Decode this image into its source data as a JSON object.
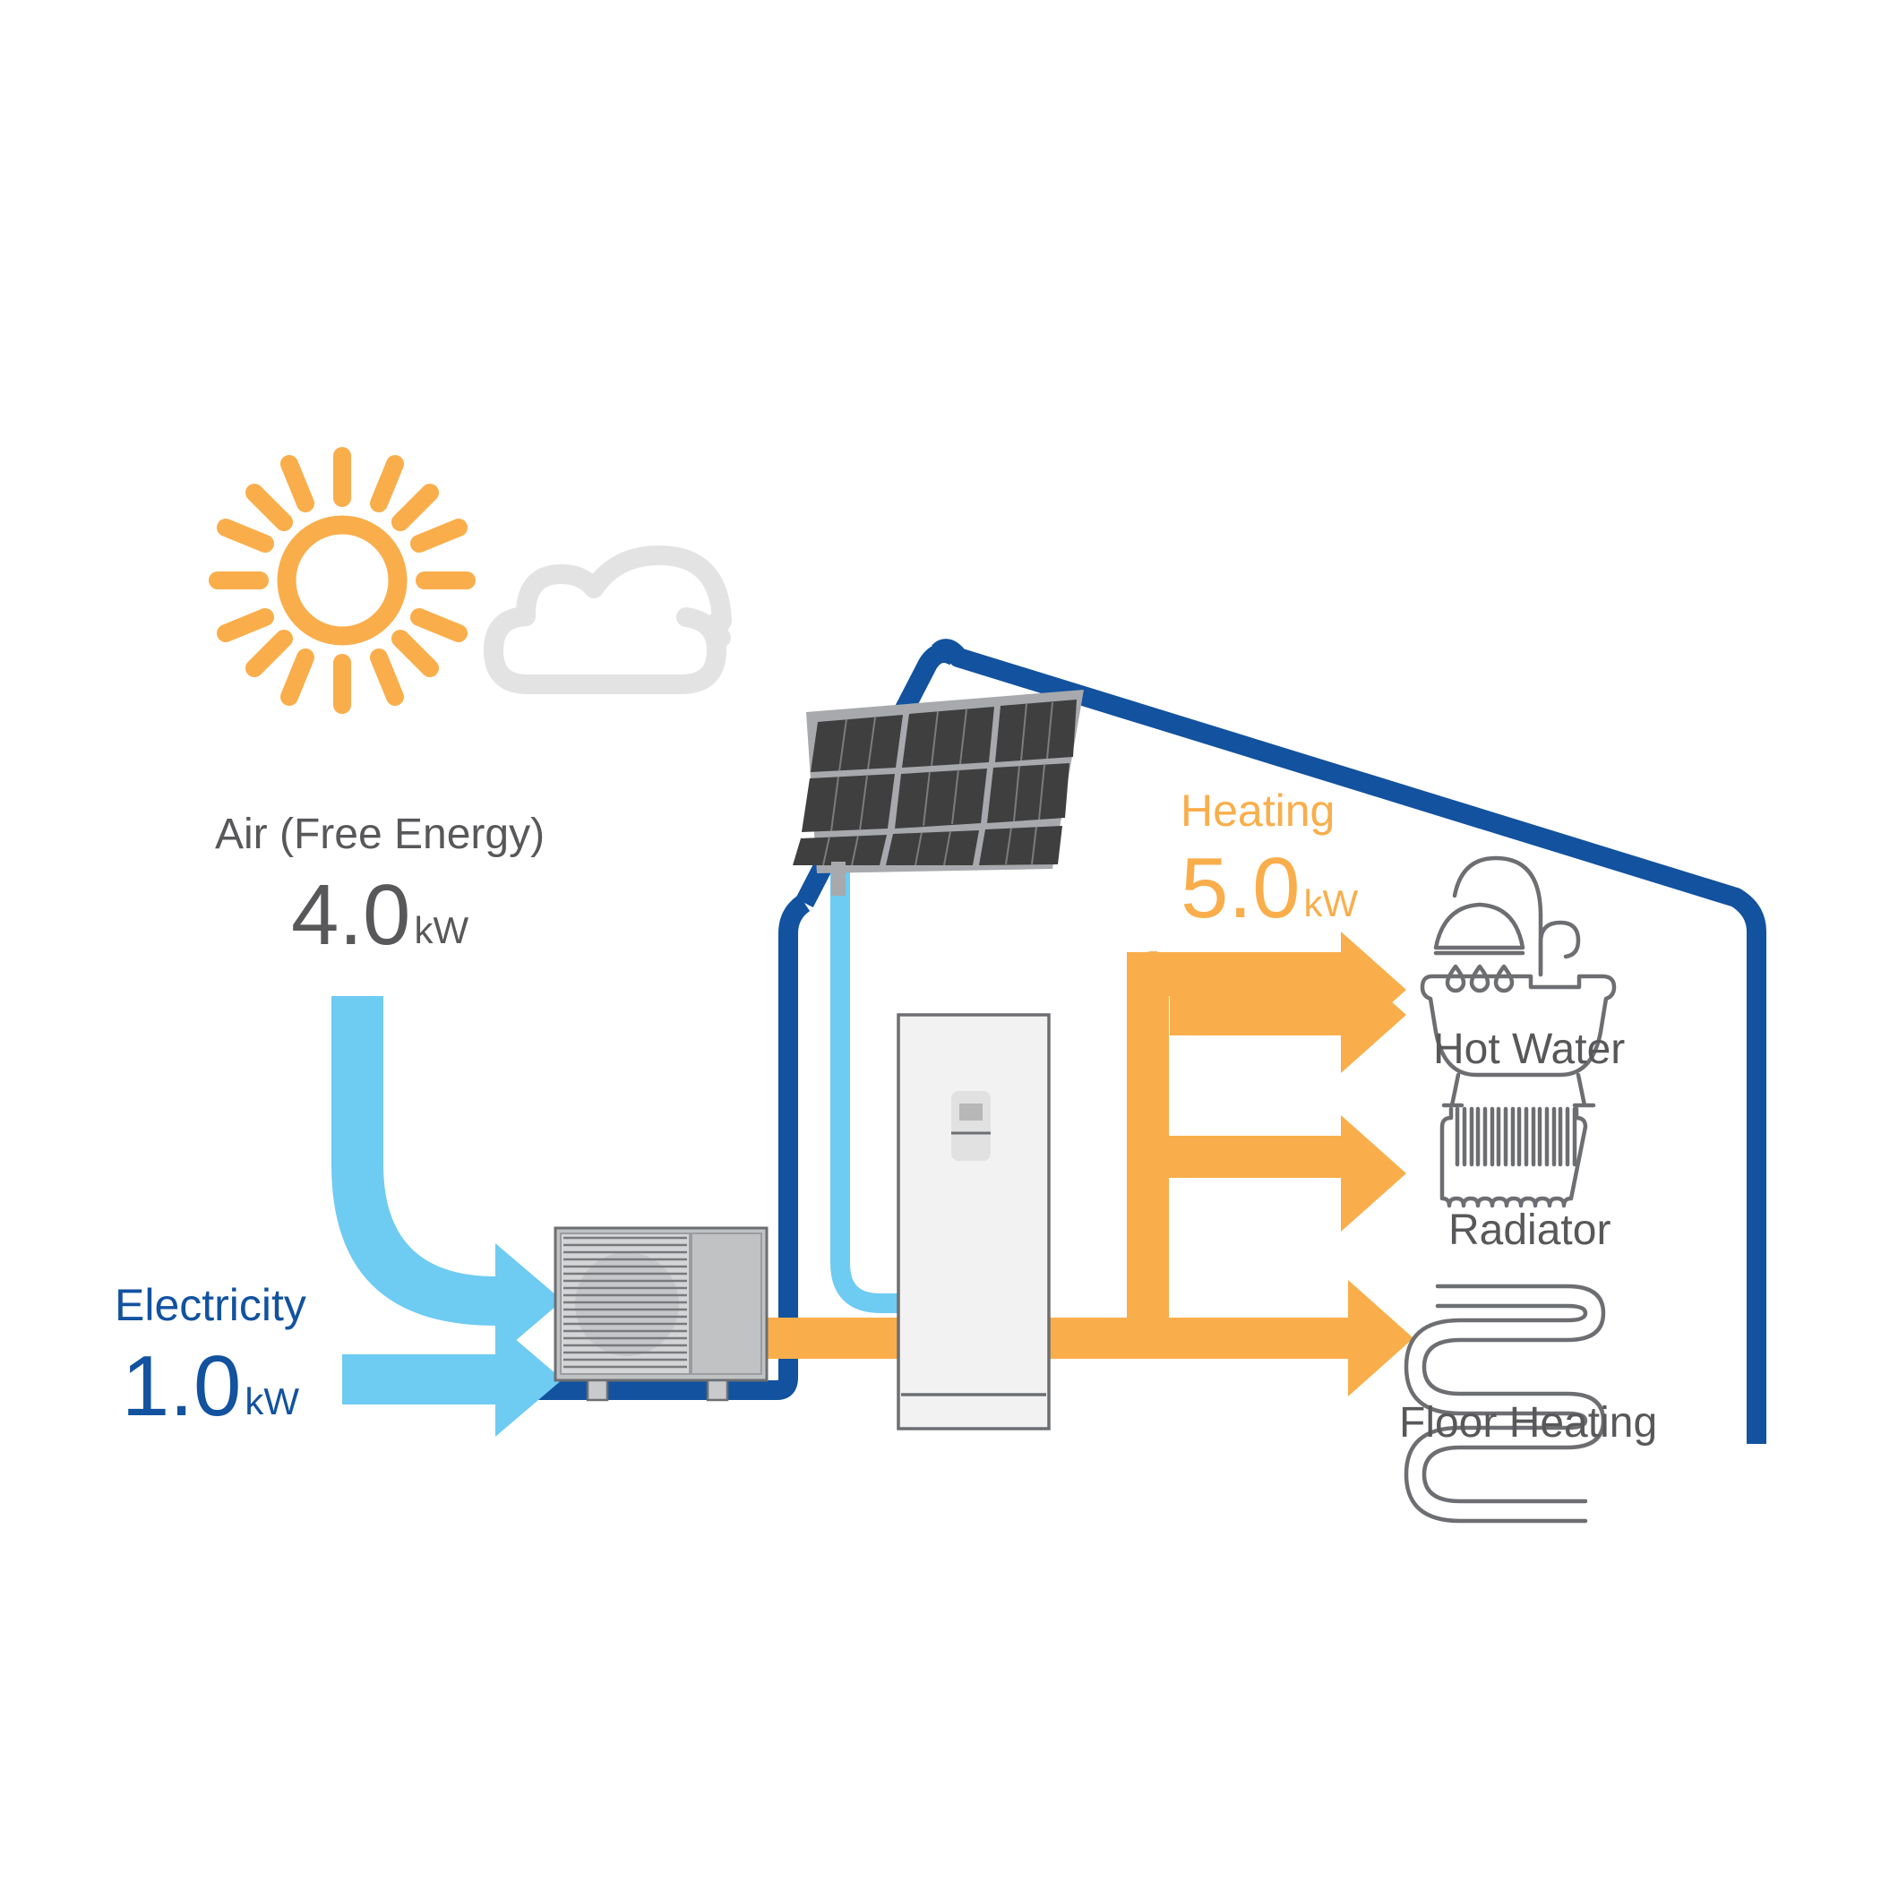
{
  "diagram": {
    "title": "Air source heat pump energy flow",
    "colors": {
      "dark_blue": "#12529f",
      "light_blue": "#6ecbf2",
      "orange": "#f9ae4b",
      "orange_arrow": "#f9ae4b",
      "gray_text": "#58585b",
      "cloud_gray": "#e3e3e3",
      "panel_frame": "#a7a9ac",
      "panel_cell": "#3f3f3f",
      "unit_body": "#c0c2c4",
      "indoor_body": "#f2f2f2"
    },
    "inputs": [
      {
        "id": "air",
        "label": "Air (Free Energy)",
        "value": "4.0",
        "unit": "kW",
        "color": "#58585b"
      },
      {
        "id": "electricity",
        "label": "Electricity",
        "value": "1.0",
        "unit": "kW",
        "color": "#12529f"
      }
    ],
    "output": {
      "id": "heating",
      "label": "Heating",
      "value": "5.0",
      "unit": "kW",
      "color": "#f9ae4b"
    },
    "loads": [
      {
        "id": "hot-water",
        "label": "Hot Water",
        "icon": "bathtub-shower-icon"
      },
      {
        "id": "radiator",
        "label": "Radiator",
        "icon": "radiator-icon"
      },
      {
        "id": "floor-heating",
        "label": "Floor Heating",
        "icon": "floor-heating-coil-icon"
      }
    ],
    "scene_icons": [
      {
        "id": "sun",
        "icon": "sun-icon"
      },
      {
        "id": "cloud",
        "icon": "cloud-icon"
      },
      {
        "id": "solar-panel",
        "icon": "solar-panel-icon"
      },
      {
        "id": "outdoor-unit",
        "icon": "heat-pump-outdoor-unit-icon"
      },
      {
        "id": "indoor-unit",
        "icon": "heat-pump-indoor-cylinder-icon"
      },
      {
        "id": "house-outline",
        "icon": "house-outline-icon"
      }
    ]
  }
}
